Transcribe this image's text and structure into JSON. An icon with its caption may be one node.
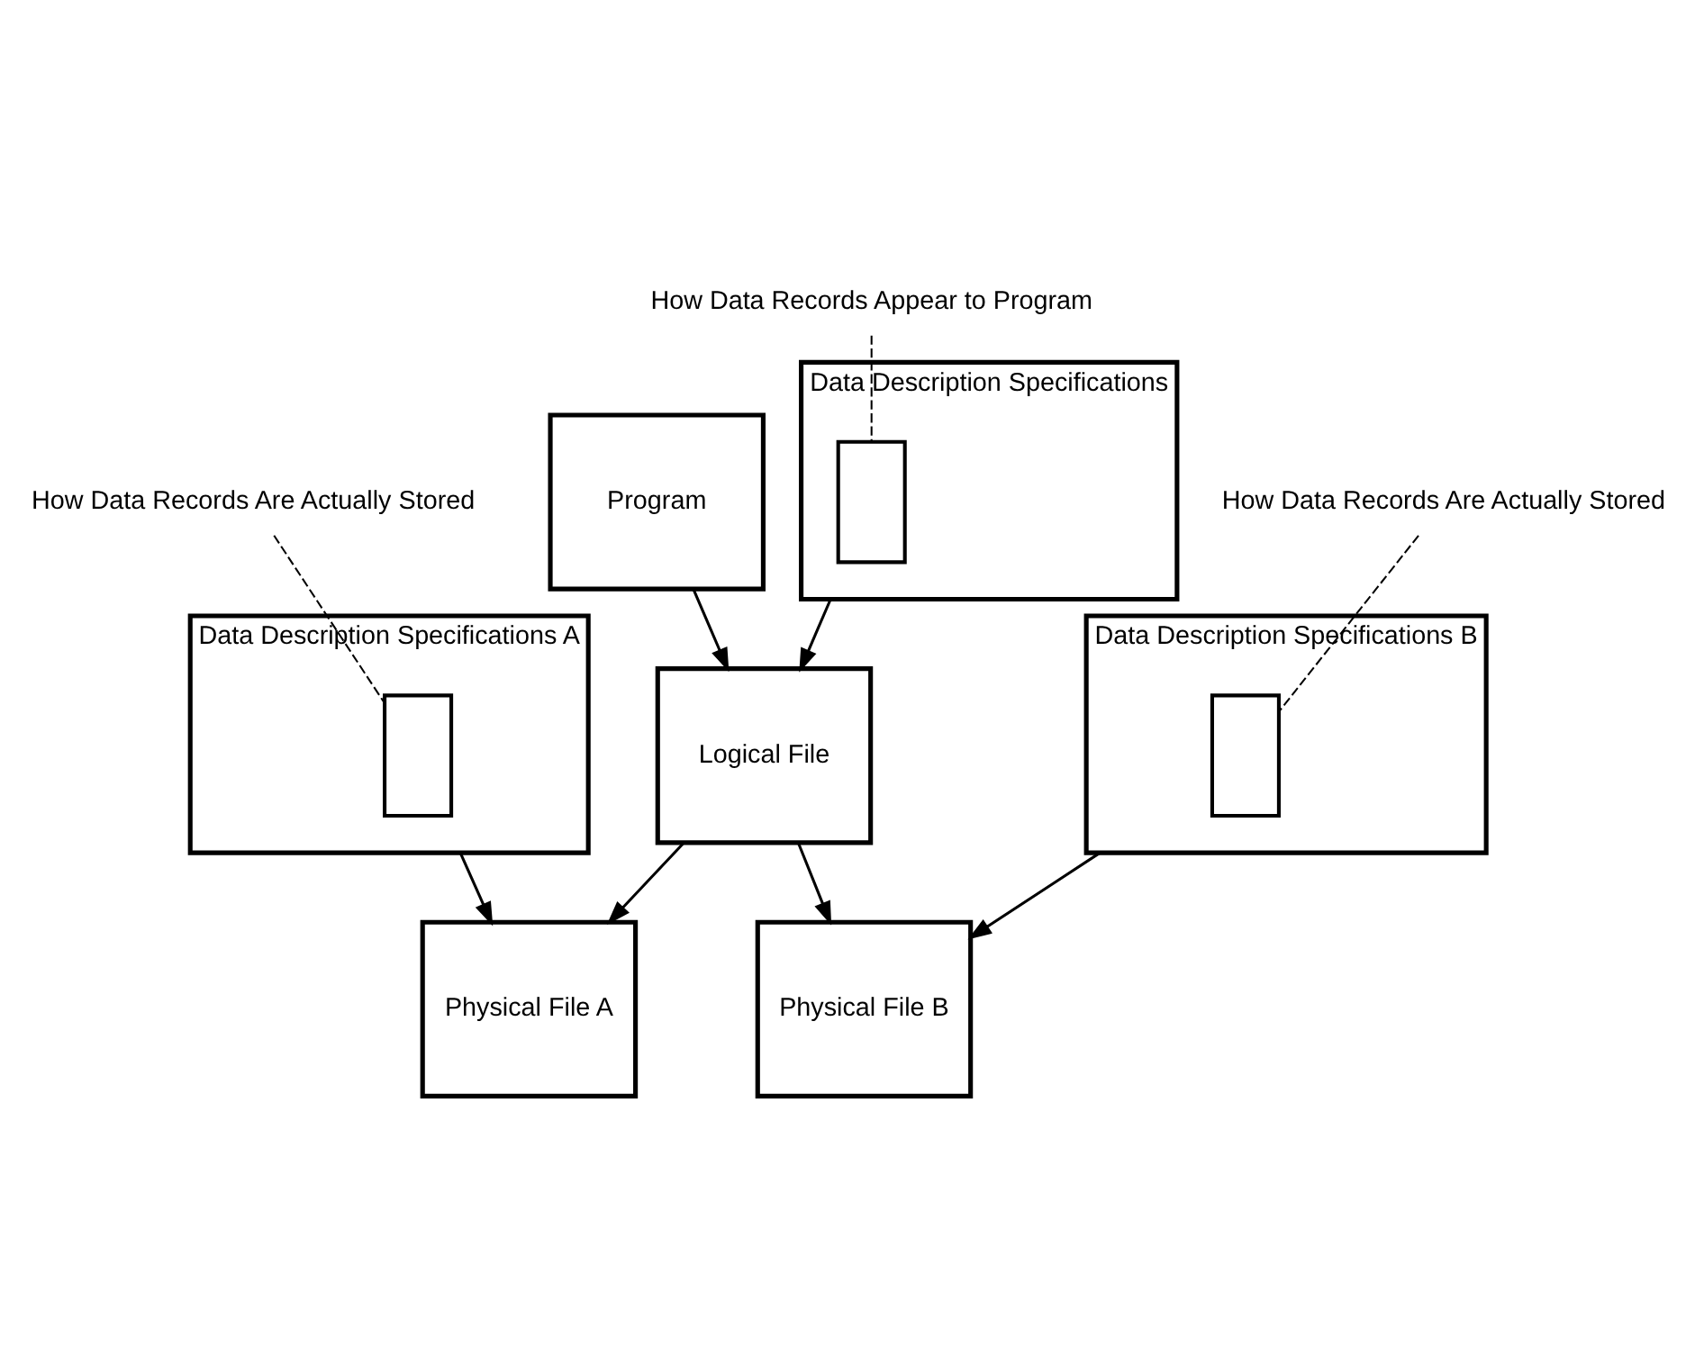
{
  "diagram": {
    "nodes": [
      {
        "text": [
          "Program"
        ]
      },
      {
        "text": [
          "Data Description Specifications"
        ]
      },
      {
        "text": [],
        "shape": "box",
        "in": 1
      },
      {
        "text": [
          "How Data Records Appear to Program"
        ]
      },
      {
        "text": [
          "Logical File"
        ]
      },
      {
        "text": [
          "Data Description Specifications A"
        ]
      },
      {
        "text": [],
        "shape": "box",
        "in": 5
      },
      {
        "text": [
          "How Data Records Are Actually Stored"
        ]
      },
      {
        "text": [
          "Physical File A"
        ]
      },
      {
        "text": [
          "Physical File B"
        ]
      },
      {
        "text": [
          "Data Description Specifications B"
        ]
      },
      {
        "text": [],
        "shape": "box",
        "in": 10
      },
      {
        "text": [
          "How Data Records Are Actually Stored"
        ]
      }
    ],
    "edges": [
      {
        "from": 0,
        "to": 4,
        "arrow": "to"
      },
      {
        "from": 1,
        "to": 4,
        "arrow": "to"
      },
      {
        "from": 3,
        "to": 2,
        "arrow": "none",
        "style": "dashed"
      },
      {
        "from": 4,
        "to": 8,
        "arrow": "to"
      },
      {
        "from": 4,
        "to": 9,
        "arrow": "to"
      },
      {
        "from": 5,
        "to": 8,
        "arrow": "to"
      },
      {
        "from": 7,
        "to": 6,
        "arrow": "none",
        "style": "dashed"
      },
      {
        "from": 10,
        "to": 9,
        "arrow": "to"
      },
      {
        "from": 12,
        "to": 11,
        "arrow": "none",
        "style": "dashed"
      }
    ]
  }
}
